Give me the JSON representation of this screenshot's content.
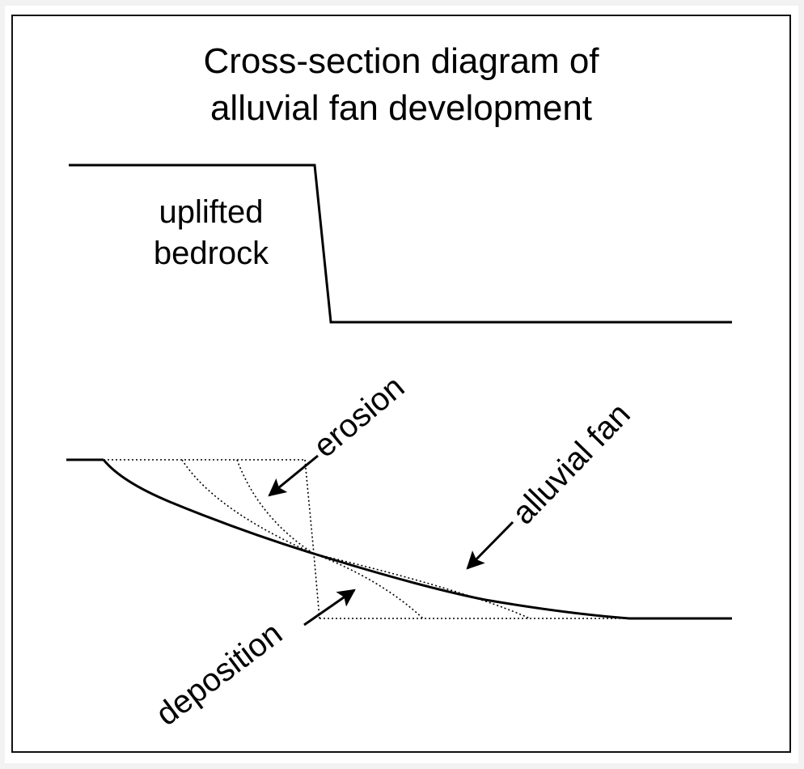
{
  "diagram": {
    "title_lines": [
      "Cross-section diagram of",
      "alluvial fan development"
    ],
    "labels": {
      "bedrock_lines": [
        "uplifted",
        "bedrock"
      ],
      "erosion": "erosion",
      "alluvial_fan": "alluvial fan",
      "deposition": "deposition"
    },
    "colors": {
      "line": "#000000",
      "background": "#ffffff",
      "outer_margin": "#f2f2f2"
    }
  }
}
